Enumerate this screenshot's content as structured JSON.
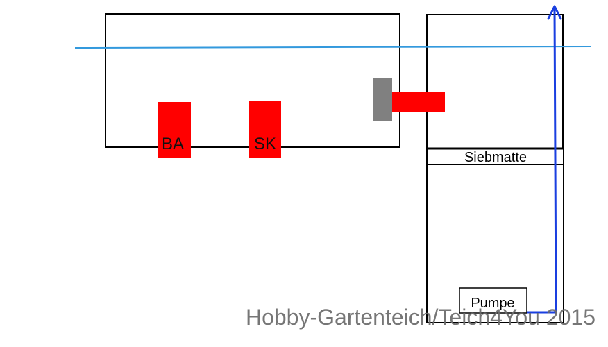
{
  "diagram": {
    "labels": {
      "bottom_drain": "BA",
      "skimmer": "SK",
      "filter_mat": "Siebmatte",
      "pump": "Pumpe"
    },
    "watermark": "Hobby-Gartenteich/Teich4You 2015",
    "colors": {
      "component_red": "#ff0000",
      "pipe_grey": "#808080",
      "water_line_blue": "#3399dd",
      "flow_arrow_blue": "#1a3fe0",
      "watermark_grey": "#6a6a6a",
      "outline": "#000000"
    }
  }
}
